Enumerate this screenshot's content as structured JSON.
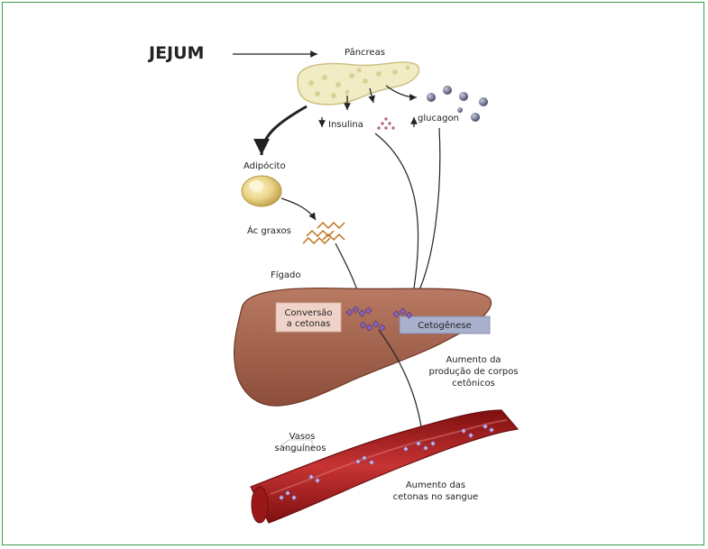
{
  "labels": {
    "fasting": "JEJUM",
    "pancreas": "Pâncreas",
    "insulin": "Insulina",
    "glucagon": "glucagon",
    "adipocyte": "Adipócito",
    "fatty_acids": "Ác graxos",
    "liver": "Fígado",
    "conversion_line1": "Conversão",
    "conversion_line2": "a cetonas",
    "ketogenesis": "Cetogênese",
    "increase_production_line1": "Aumento da",
    "increase_production_line2": "produção de corpos",
    "increase_production_line3": "cetônicos",
    "vessels_line1": "Vasos",
    "vessels_line2": "sanguíneos",
    "blood_ketones_line1": "Aumento das",
    "blood_ketones_line2": "cetonas no sangue"
  },
  "colors": {
    "frame": "#3a9a4a",
    "pancreas": "#f2ecc4",
    "liver": "#a0614c",
    "vessel": "#b82525",
    "ketone": "#8a63b5",
    "glucagon": "#6c7088",
    "ketogenesis_box": "#a9b0cc",
    "conversion_box": "#f0d3c8"
  }
}
